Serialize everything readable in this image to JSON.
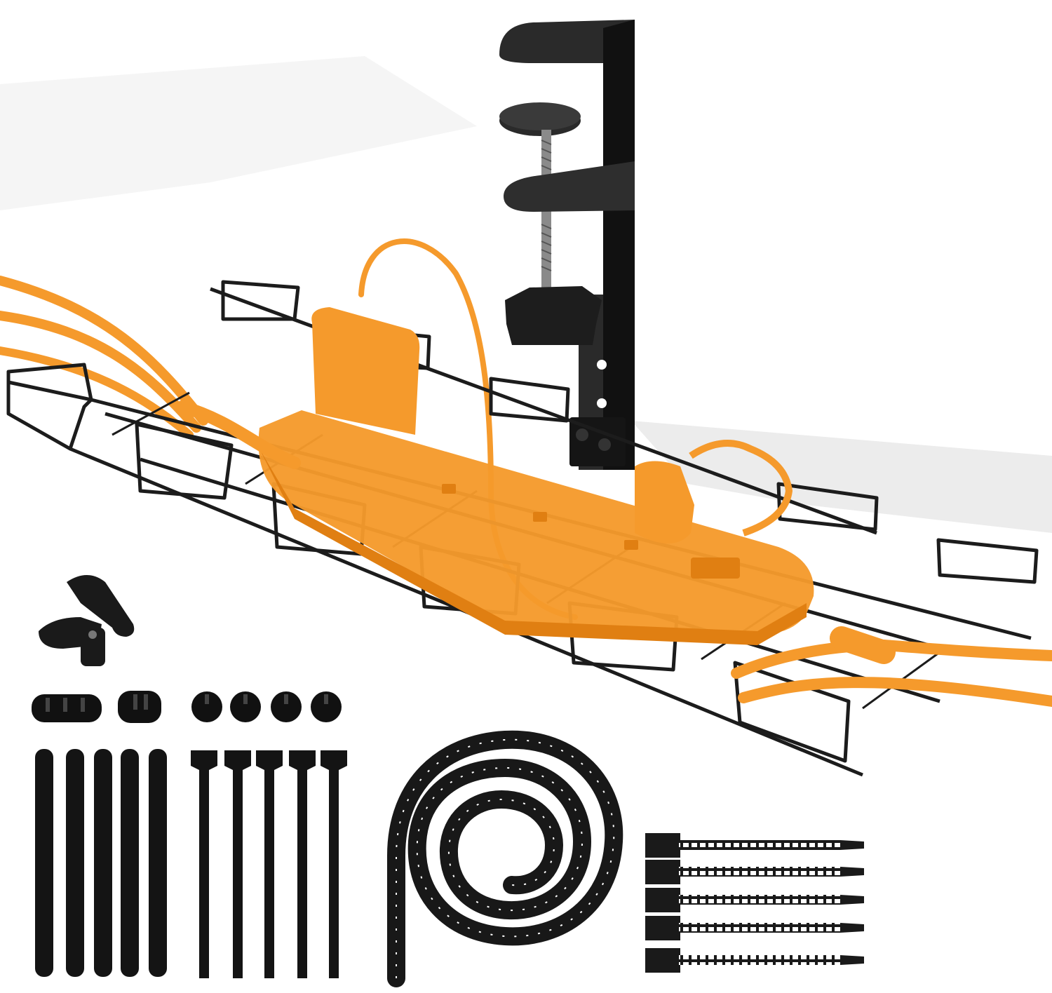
{
  "product": {
    "background": "#ffffff",
    "colors": {
      "orange": "#f59a2c",
      "orange_dark": "#e07f12",
      "metal": "#1c1c1c",
      "accessory": "#222222",
      "shadow": "#ececec"
    },
    "components": [
      "clamp-bracket",
      "wire-cable-tray",
      "power-strip",
      "orange-cables",
      "swivel-mount",
      "cable-clips",
      "velcro-straps",
      "loop-straps",
      "spiral-cable-wrap",
      "cable-ties"
    ],
    "counts": {
      "cable_clips": 6,
      "velcro_straps": 5,
      "loop_straps": 5,
      "cable_ties": 5
    }
  }
}
